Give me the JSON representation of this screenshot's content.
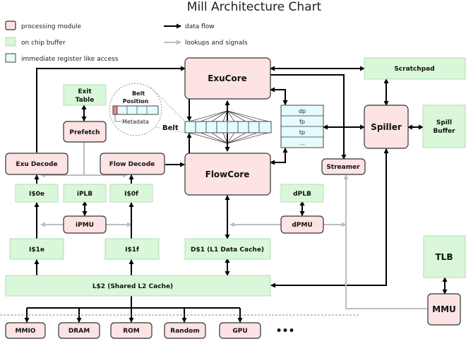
{
  "title": "Mill Architecture Chart",
  "legend": {
    "processing_module": "processing module",
    "on_chip_buffer": "on chip buffer",
    "immediate_register": "immediate register like access",
    "data_flow": "data flow",
    "lookups": "lookups and signals"
  },
  "colors": {
    "processing_fill": "#fde3e3",
    "buffer_fill": "#d9f7d9",
    "register_fill": "#e6fbfb",
    "data_flow": "#000000",
    "signal": "#bdbdbd"
  },
  "modules": {
    "exucore": "ExuCore",
    "flowcore": "FlowCore",
    "spiller": "Spiller",
    "exu_decode": "Exu Decode",
    "flow_decode": "Flow Decode",
    "prefetch": "Prefetch",
    "streamer": "Streamer",
    "ipmu": "iPMU",
    "dpmu": "dPMU",
    "mmu": "MMU",
    "mmio": "MMIO",
    "dram": "DRAM",
    "rom": "ROM",
    "random": "Random",
    "gpu": "GPU"
  },
  "buffers": {
    "exit_table_1": "Exit",
    "exit_table_2": "Table",
    "scratchpad": "Scratchpad",
    "spill_buffer_1": "Spill",
    "spill_buffer_2": "Buffer",
    "i0e": "I$0e",
    "iplb": "iPLB",
    "i0f": "I$0f",
    "dplb": "dPLB",
    "i1e": "I$1e",
    "i1f": "I$1f",
    "d1": "D$1 (L1 Data Cache)",
    "l2": "L$2 (Shared L2 Cache)",
    "tlb": "TLB"
  },
  "belt": {
    "label": "Belt",
    "position_1": "Belt",
    "position_2": "Position",
    "metadata": "Metadata"
  },
  "registers": [
    "dp",
    "fp",
    "tp",
    "..."
  ],
  "ellipsis": "•••"
}
